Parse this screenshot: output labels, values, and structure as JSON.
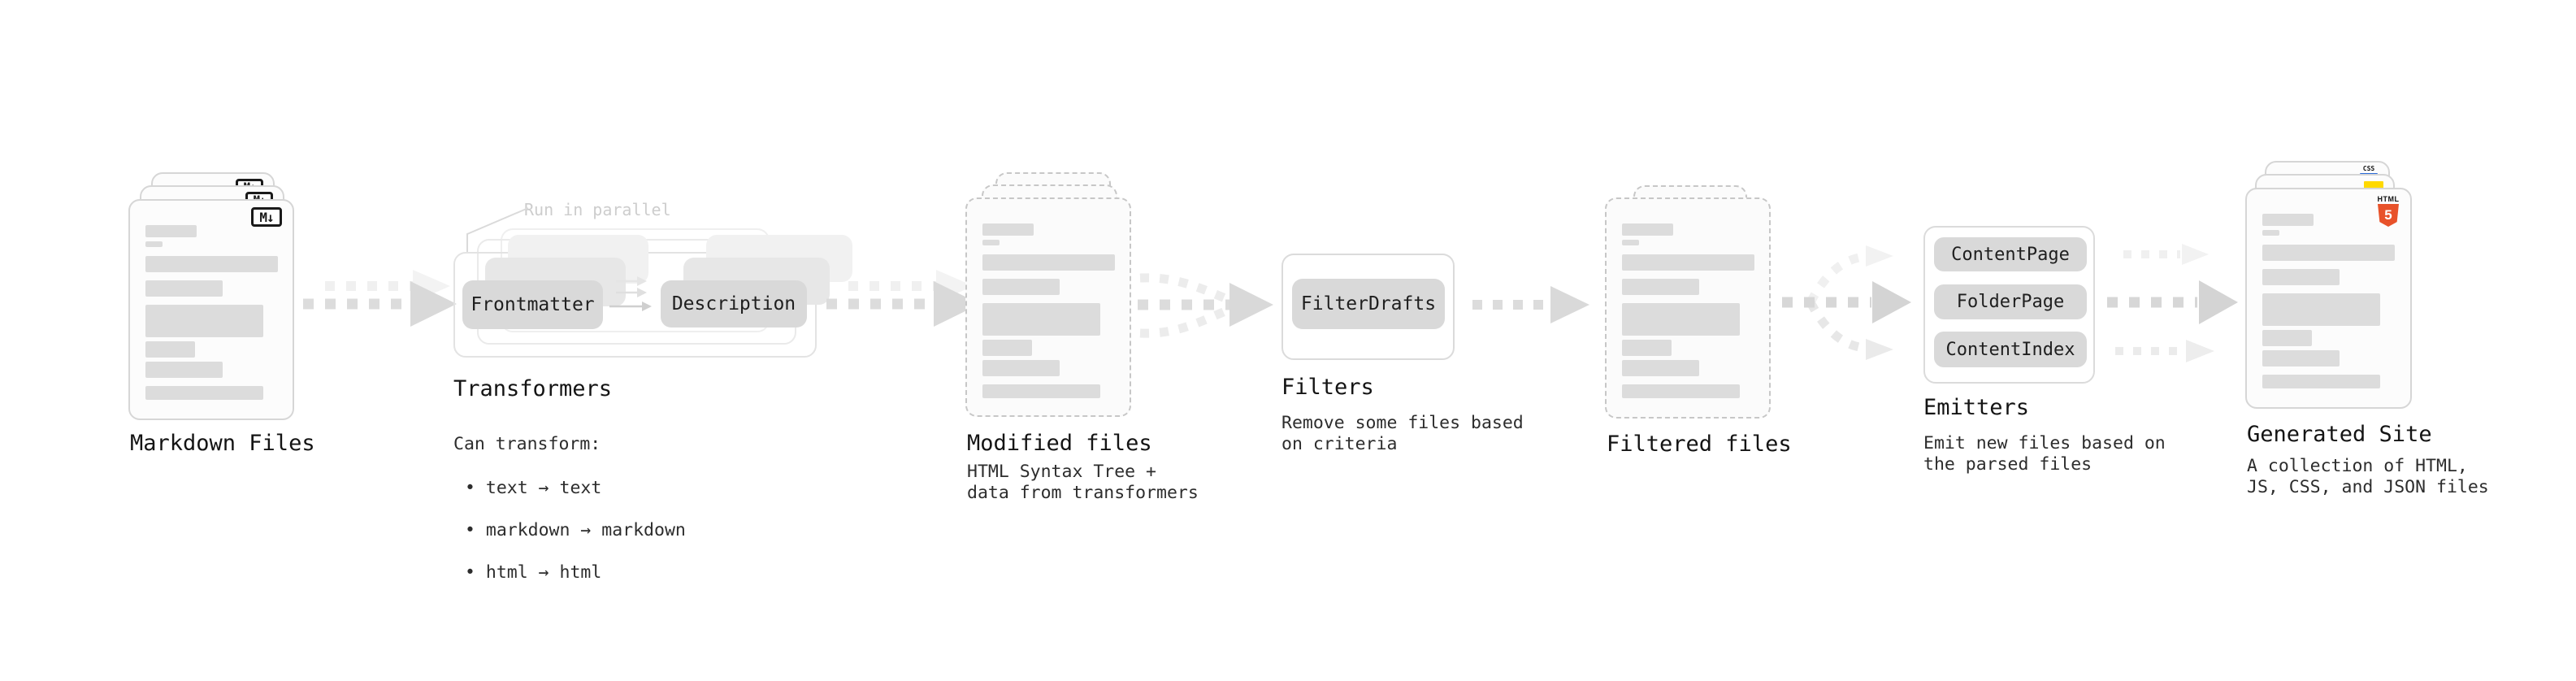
{
  "palette": {
    "background": "#ffffff",
    "doc_bar": "#dcdcdc",
    "chip_fill": "#d9d9d9",
    "arrow": "#d9d9d9",
    "arrow_light": "#f0f0f0",
    "html5_orange": "#e8522a",
    "js_yellow": "#ffd900",
    "css_blue": "#2b6bd8",
    "text_dark": "#141414"
  },
  "pipeline": {
    "markdown_files": {
      "label": "Markdown Files",
      "badge": "M↓"
    },
    "transformers": {
      "label": "Transformers",
      "callout": "Run in parallel",
      "buttons": [
        "Frontmatter",
        "Description"
      ],
      "desc_title": "Can transform:",
      "bullets": [
        "text → text",
        "markdown → markdown",
        "html → html"
      ]
    },
    "modified_files": {
      "label": "Modified files",
      "subtitle": "HTML Syntax Tree +\ndata from transformers"
    },
    "filters": {
      "label": "Filters",
      "buttons": [
        "FilterDrafts"
      ],
      "subtitle": "Remove some files based\non criteria"
    },
    "filtered_files": {
      "label": "Filtered files"
    },
    "emitters": {
      "label": "Emitters",
      "buttons": [
        "ContentPage",
        "FolderPage",
        "ContentIndex"
      ],
      "subtitle": "Emit new files based on\nthe parsed files"
    },
    "generated_site": {
      "label": "Generated Site",
      "subtitle": "A collection of HTML,\nJS, CSS, and JSON files",
      "badges": {
        "css": "CSS",
        "html5_text": "HTML",
        "html5_number": "5"
      }
    }
  }
}
